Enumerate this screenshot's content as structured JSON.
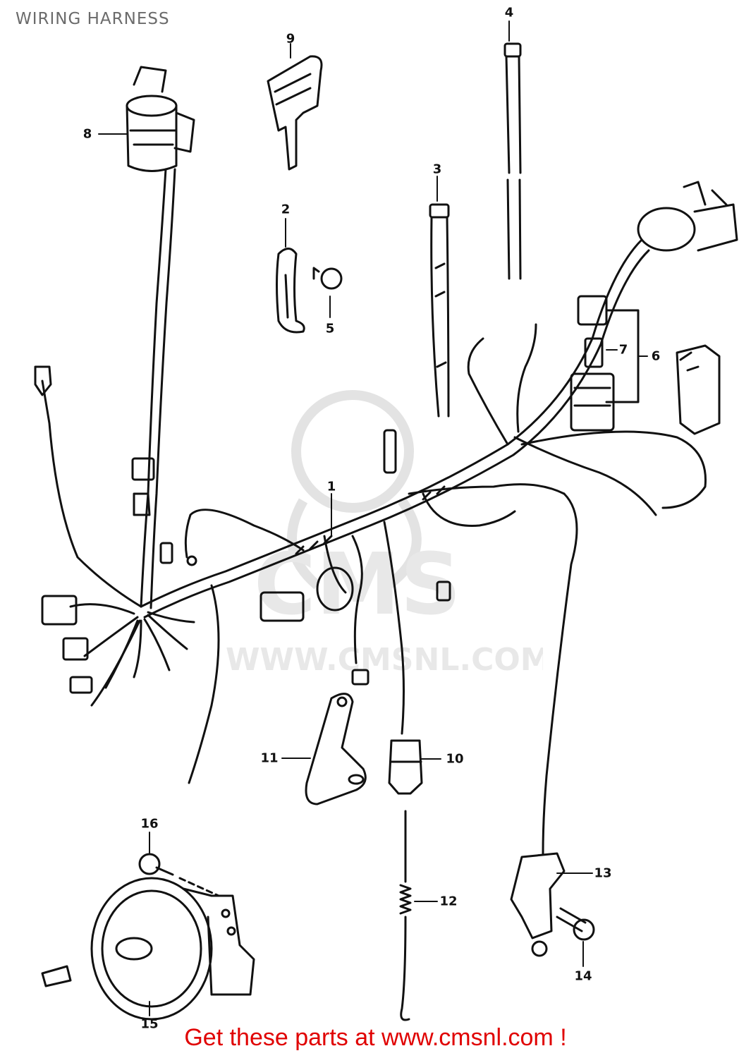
{
  "page": {
    "title": "WIRING HARNESS"
  },
  "watermark": {
    "text": "WWW.CMSNL.COM",
    "brand": "CMS",
    "color": "#e6e6e6"
  },
  "callouts": [
    {
      "id": "1",
      "label": "1"
    },
    {
      "id": "2",
      "label": "2"
    },
    {
      "id": "3",
      "label": "3"
    },
    {
      "id": "4",
      "label": "4"
    },
    {
      "id": "5",
      "label": "5"
    },
    {
      "id": "6",
      "label": "6"
    },
    {
      "id": "7",
      "label": "7"
    },
    {
      "id": "8",
      "label": "8"
    },
    {
      "id": "9",
      "label": "9"
    },
    {
      "id": "10",
      "label": "10"
    },
    {
      "id": "11",
      "label": "11"
    },
    {
      "id": "12",
      "label": "12"
    },
    {
      "id": "13",
      "label": "13"
    },
    {
      "id": "14",
      "label": "14"
    },
    {
      "id": "15",
      "label": "15"
    },
    {
      "id": "16",
      "label": "16"
    }
  ],
  "promo": {
    "text": "Get these parts at www.cmsnl.com !",
    "color": "#e00000"
  },
  "colors": {
    "line": "#111111",
    "background": "#ffffff",
    "title": "#6b6b6b"
  }
}
